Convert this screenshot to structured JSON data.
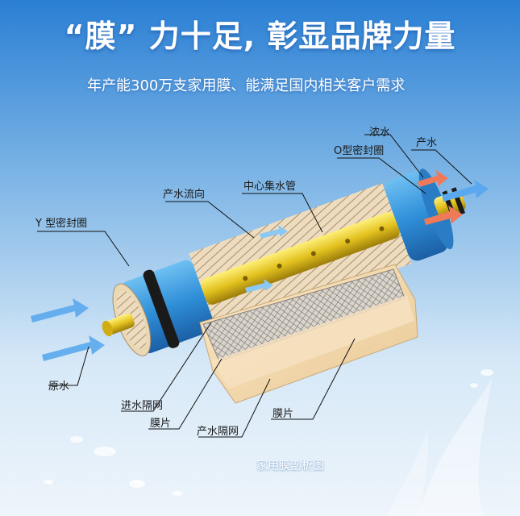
{
  "header": {
    "headline": "“膜” 力十足, 彰显品牌力量",
    "subline": "年产能300万支家用膜、能满足国内相关客户需求"
  },
  "labels": {
    "concentrate": "浓水",
    "product_water": "产水",
    "o_ring": "O型密封圈",
    "y_ring": "Y 型密封圈",
    "product_flow": "产水流向",
    "center_tube": "中心集水管",
    "raw_water": "原水",
    "feed_spacer": "进水隔网",
    "membrane_1": "膜片",
    "permeate_spacer": "产水隔网",
    "membrane_2": "膜片"
  },
  "caption": "家用膜剖析图",
  "colors": {
    "sky_top": "#2a7fd4",
    "sky_bottom": "#e9f3fb",
    "shell_blue": "#2f8fd8",
    "tube_yellow": "#e3c21f",
    "arrow_red": "#ef7a5a",
    "arrow_blue": "#5aa9ee"
  }
}
